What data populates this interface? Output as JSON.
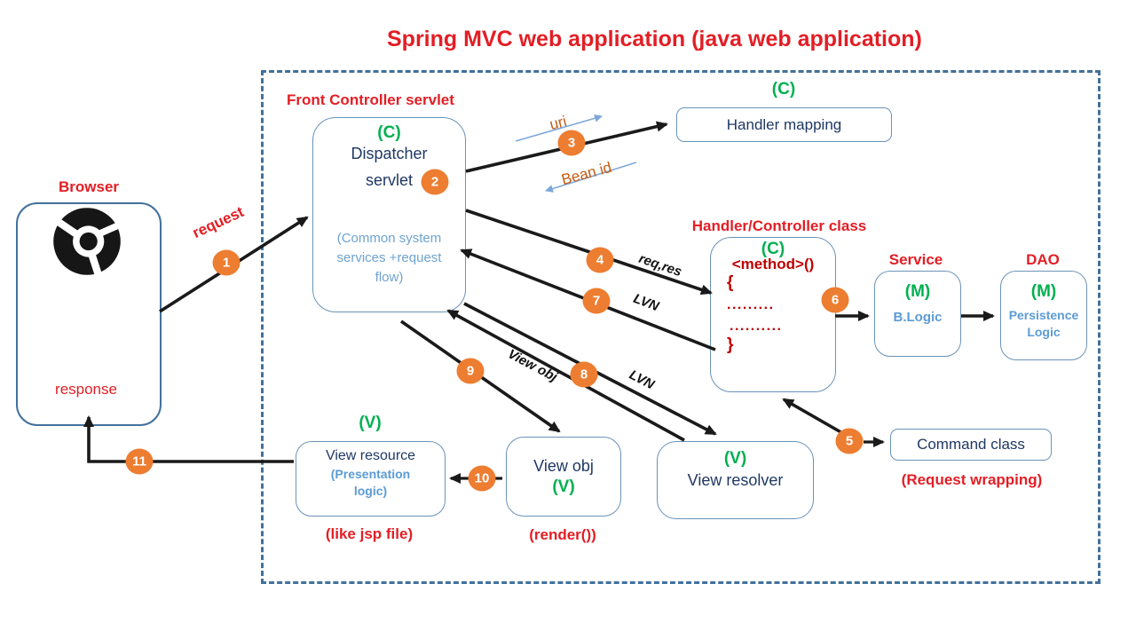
{
  "title": "Spring MVC web application (java web application)",
  "colors": {
    "red": "#e31e25",
    "dark_red": "#c00000",
    "green": "#00b050",
    "dark_blue": "#1f3864",
    "light_blue": "#5b9bd5",
    "border_blue": "#41719c",
    "badge_orange": "#ed7d31",
    "label_orange": "#c55a11",
    "arrow_black": "#1a1a1a"
  },
  "browser": {
    "heading": "Browser",
    "response_label": "response"
  },
  "flow_labels": {
    "request": "request",
    "uri": "uri",
    "bean_id": "Bean id",
    "req_res": "req,res",
    "lvn_upper": "LVN",
    "lvn_lower": "LVN",
    "view_obj": "View obj"
  },
  "front_controller": {
    "heading": "Front Controller servlet",
    "stereotype": "(C)",
    "title": "Dispatcher servlet",
    "note": "(Common system services +request flow)"
  },
  "handler_mapping": {
    "stereotype": "(C)",
    "label": "Handler mapping"
  },
  "controller": {
    "heading": "Handler/Controller class",
    "stereotype": "(C)",
    "method_signature": "<method>()",
    "open_brace": "{",
    "dots_line1": ".........",
    "dots_line2": "..........",
    "close_brace": "}"
  },
  "service": {
    "heading": "Service",
    "stereotype": "(M)",
    "label": "B.Logic"
  },
  "dao": {
    "heading": "DAO",
    "stereotype": "(M)",
    "label": "Persistence Logic"
  },
  "command_class": {
    "label": "Command class",
    "note": "(Request wrapping)"
  },
  "view_resolver": {
    "stereotype": "(V)",
    "label": "View resolver"
  },
  "view_obj": {
    "label": "View obj",
    "stereotype": "(V)",
    "note": "(render())"
  },
  "view_resource": {
    "stereotype": "(V)",
    "label": "View resource",
    "note": "(Presentation logic)",
    "caption": "(like jsp file)"
  },
  "badges": {
    "s1": "1",
    "s2": "2",
    "s3": "3",
    "s4": "4",
    "s5": "5",
    "s6": "6",
    "s7": "7",
    "s8": "8",
    "s9": "9",
    "s10": "10",
    "s11": "11"
  }
}
